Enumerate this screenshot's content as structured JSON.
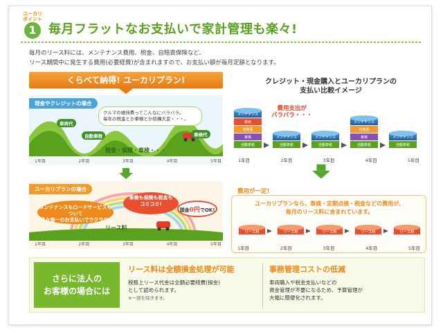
{
  "header": {
    "point_label_line1": "ユーカリ",
    "point_label_line2": "ポイント",
    "point_number": "1",
    "headline": "毎月フラットなお支払いで家計管理も楽々!"
  },
  "intro": {
    "line1": "毎月のリース料には、メンテナンス費用、税金、自賠責保険など、",
    "line2": "リース期間中に発生する費用(必要経費)が含まれますので、お支払い額が毎月定額となります。"
  },
  "left": {
    "banner": "くらべて納得! ユーカリプラン!",
    "cash_panel": {
      "tag": "現金やクレジットの場合",
      "speech_line1": "クルマの維持費ってこんなにバラバラ。",
      "speech_line2": "毎年の税金とか車検とか結構大変・・・。",
      "labels": [
        "車両代",
        "自動車税",
        "車検代"
      ],
      "tax_label": "税金・保険・車検・・・",
      "years": [
        "1年目",
        "2年目",
        "3年目",
        "4年目",
        "5年目"
      ]
    },
    "plan_panel": {
      "tag": "ユーカリプランの場合",
      "bubble_a_line1": "メンテナンスもロードサービスもついて",
      "bubble_a_line2": "月々毎一のお支払いでラクラク!",
      "bubble_b_line1": "車検も保険も税金も",
      "bubble_b_line2": "コミコミ!",
      "bubble_c_prefix": "頭金",
      "bubble_c_strong": "0円",
      "bubble_c_suffix": "でOK!",
      "lease_label": "リース料",
      "years": [
        "1年目",
        "2年目",
        "3年目",
        "4年目",
        "5年目"
      ]
    }
  },
  "right": {
    "title_line1": "クレジット・現金購入とユーカリプランの",
    "title_line2": "支払い比較イメージ",
    "varying_label_line1": "費用支出が",
    "varying_label_line2": "バラバラ・・・",
    "stack_labels": {
      "maintenance": "メンテナンス",
      "vehicle": "車両",
      "insurance": "自賠責",
      "inspection": "車検",
      "tax": "自動車税"
    },
    "comp_years": [
      "1年目",
      "2年目",
      "3年目",
      "4年目",
      "5年目"
    ],
    "fixed_label": "費用が一定!",
    "fixed_text_line1": "ユーカリプランなら、車検・定期点検・税金などの費用が、",
    "fixed_text_line2": "毎月のリース料に含まれています。",
    "lease_disc_label": "リース料",
    "lease_years": [
      "1年目",
      "2年目",
      "3年目",
      "4年目",
      "5年目"
    ]
  },
  "bottom": {
    "corp_line1": "さらに法人の",
    "corp_line2": "お客様の場合には",
    "col1_head": "リース料は全額損金処理が可能",
    "col1_line1": "税務上リース代金は全額必要経費(損金)",
    "col1_line2": "として認められます。",
    "col1_note": "※一部を除きます。",
    "col2_head": "事務管理コストの低減",
    "col2_line1": "車両購入や税金支払いなどの",
    "col2_line2": "資金管理が不要になるため、予算管理が",
    "col2_line3": "大幅に簡便化されます。"
  },
  "colors": {
    "green": "#5aa11e",
    "orange": "#ef8a1a",
    "blue": "#4aa3d9",
    "red": "#e94f2f"
  }
}
